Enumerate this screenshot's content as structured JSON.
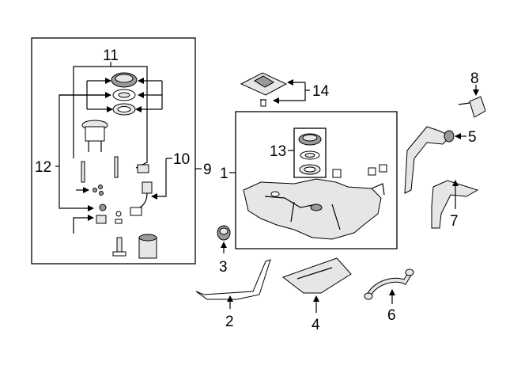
{
  "callouts": {
    "c1": "1",
    "c2": "2",
    "c3": "3",
    "c4": "4",
    "c5": "5",
    "c6": "6",
    "c7": "7",
    "c8": "8",
    "c9": "9",
    "c10": "10",
    "c11": "11",
    "c12": "12",
    "c13": "13",
    "c14": "14"
  },
  "colors": {
    "line": "#000000",
    "background": "#ffffff",
    "part_fill": "#e6e6e6",
    "part_shade": "#9a9a9a"
  }
}
